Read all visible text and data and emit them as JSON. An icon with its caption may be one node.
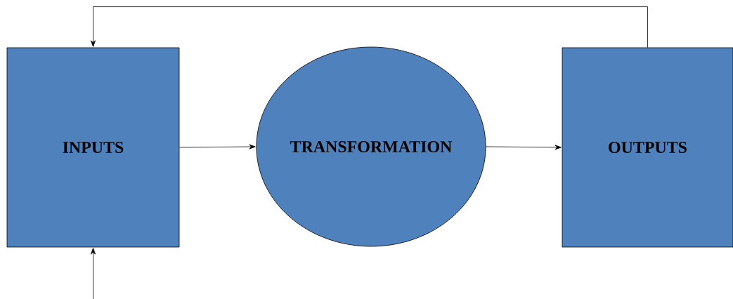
{
  "diagram": {
    "nodes": [
      {
        "text": [
          "INPUTS"
        ]
      },
      {
        "text": [
          "TRANSFORMATION"
        ]
      },
      {
        "text": [
          "OUTPUTS"
        ]
      }
    ],
    "edges": [
      {
        "from": 0,
        "to": 1,
        "arrow": "to"
      },
      {
        "from": 1,
        "to": 2,
        "arrow": "to"
      },
      {
        "from": 2,
        "to": 0,
        "arrow": "to"
      },
      {
        "from": null,
        "to": 0,
        "arrow": "to"
      }
    ]
  }
}
